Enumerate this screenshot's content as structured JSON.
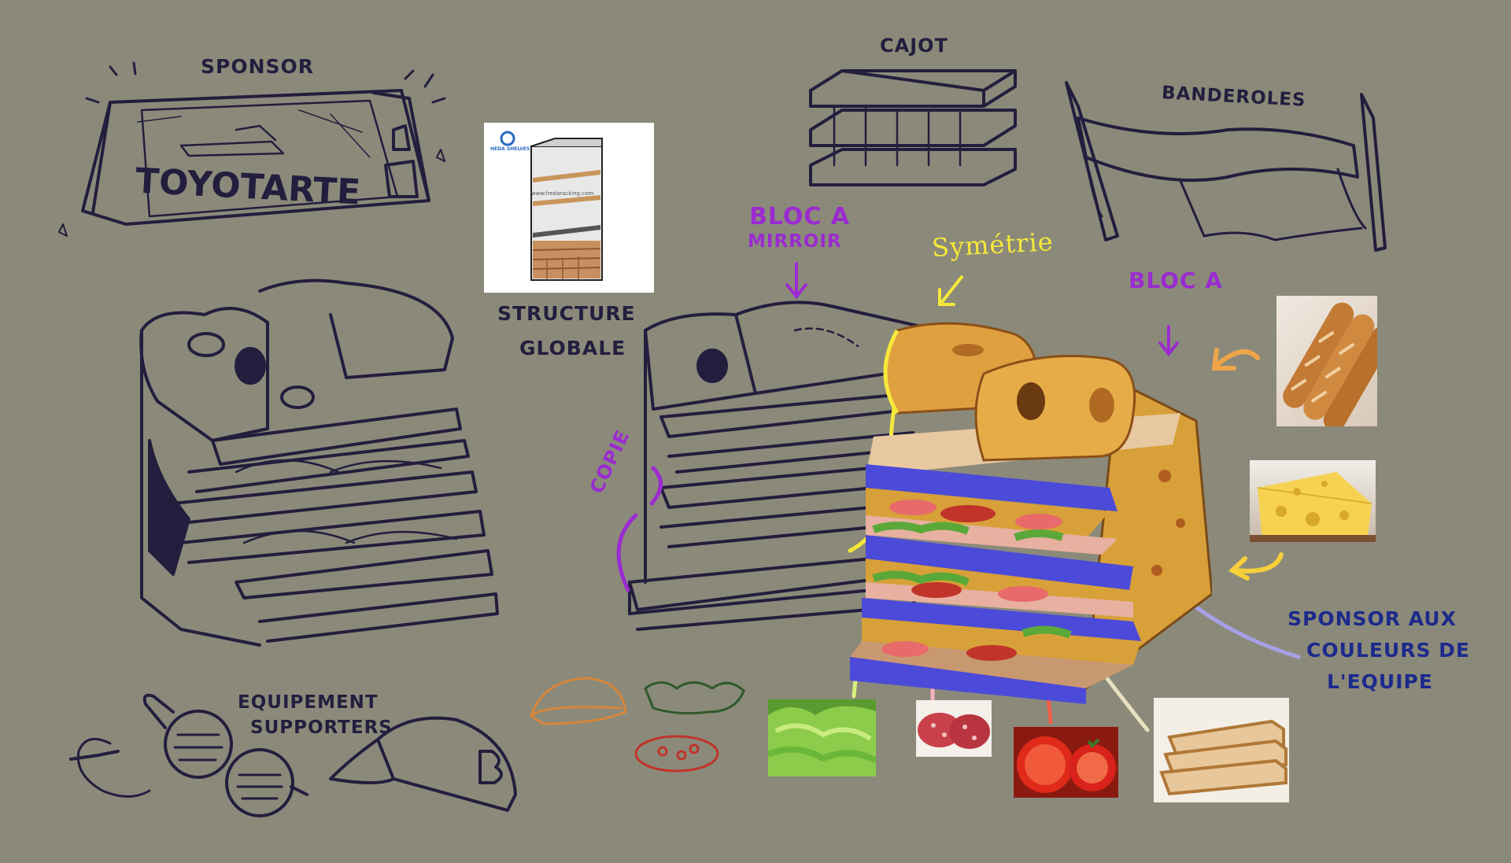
{
  "colors": {
    "background": "#8b8a7a",
    "ink": "#231e3e",
    "purple_annotation": "#9b2bd0",
    "yellow_annotation": "#f6e83a",
    "navy_annotation": "#1c2a8c",
    "shelf_blue": "#4a4ad8",
    "bread": "#e0a040"
  },
  "labels": {
    "sponsor": "SPONSOR",
    "toyotarte": "TOYOTARTE",
    "cajot": "CAJOT",
    "banderoles": "BANDEROLES",
    "structure_line1": "STRUCTURE",
    "structure_line2": "GLOBALE",
    "bloc_a_mirroir_line1": "BLOC A",
    "bloc_a_mirroir_line2": "MIRROIR",
    "symetrie": "Symétrie",
    "bloc_a": "BLOC A",
    "copie": "COPIE",
    "equipement_line1": "EQUIPEMENT",
    "equipement_line2": "SUPPORTERS",
    "sponsor_couleurs_line1": "SPONSOR AUX",
    "sponsor_couleurs_line2": "COULEURS DE",
    "sponsor_couleurs_line3": "L'EQUIPE"
  },
  "reference_photo": {
    "brand": "HEDA SHELVES",
    "url_text": "www.hedaracking.com"
  }
}
